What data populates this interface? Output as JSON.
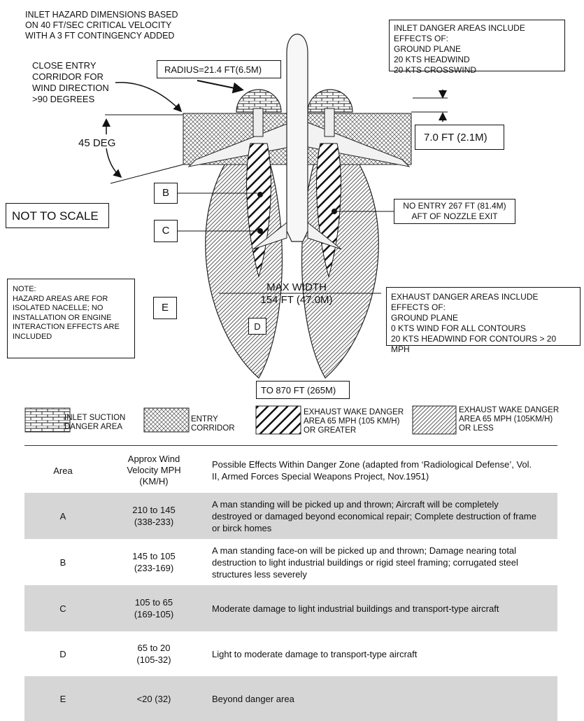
{
  "notes": {
    "inlet_hazard": "INLET HAZARD DIMENSIONS BASED\nON 40 FT/SEC CRITICAL VELOCITY\nWITH A 3 FT CONTINGENCY ADDED",
    "inlet_effects": "INLET DANGER AREAS INCLUDE EFFECTS OF:\nGROUND PLANE\n20 KTS HEADWIND\n20 KTS CROSSWIND",
    "close_entry": "CLOSE ENTRY\nCORRIDOR FOR\nWIND DIRECTION\n>90 DEGREES",
    "radius": "RADIUS=21.4 FT(6.5M)",
    "height": "7.0 FT (2.1M)",
    "angle": "45 DEG",
    "not_to_scale": "NOT TO SCALE",
    "no_entry": "NO ENTRY 267 FT (81.4M)\nAFT OF NOZZLE EXIT",
    "hazard_note": "NOTE:\nHAZARD AREAS ARE FOR\nISOLATED NACELLE; NO\nINSTALLATION OR ENGINE\nINTERACTION EFFECTS ARE\nINCLUDED",
    "max_width": "MAX WIDTH\n154 FT (47.0M)",
    "exhaust_effects": "EXHAUST DANGER AREAS INCLUDE EFFECTS OF:\nGROUND PLANE\n0 KTS WIND FOR ALL CONTOURS\n20 KTS HEADWIND FOR CONTOURS > 20 MPH",
    "to_870": "TO 870 FT (265M)"
  },
  "zone_labels": {
    "b": "B",
    "c": "C",
    "d": "D",
    "e": "E"
  },
  "legend": {
    "inlet": "INLET SUCTION\nDANGER AREA",
    "entry": "ENTRY\nCORRIDOR",
    "wake_high": "EXHAUST WAKE DANGER\nAREA 65 MPH (105 KM/H)\nOR GREATER",
    "wake_low": "EXHAUST WAKE DANGER\nAREA 65 MPH (105KM/H)\nOR LESS"
  },
  "table": {
    "headers": {
      "area": "Area",
      "velocity": "Approx Wind\nVelocity MPH\n(KM/H)",
      "effects": "Possible Effects Within Danger Zone (adapted from ‘Radiological Defense’, Vol.\nII, Armed Forces Special Weapons Project, Nov.1951)"
    },
    "rows": [
      {
        "area": "A",
        "velocity": "210 to 145\n(338-233)",
        "effects": "A man standing will be picked up and thrown; Aircraft will be completely\ndestroyed or damaged beyond economical repair; Complete destruction of frame\nor birck homes"
      },
      {
        "area": "B",
        "velocity": "145 to 105\n(233-169)",
        "effects": "A man standing face-on will be picked up and thrown; Damage nearing total\ndestruction to light industrial buildings or rigid steel framing; corrugated steel\nstructures less severely"
      },
      {
        "area": "C",
        "velocity": "105 to 65\n(169-105)",
        "effects": "Moderate damage to light industrial buildings and transport-type aircraft"
      },
      {
        "area": "D",
        "velocity": "65 to 20\n(105-32)",
        "effects": "Light to moderate damage to transport-type aircraft"
      },
      {
        "area": "E",
        "velocity": "<20 (32)",
        "effects": "Beyond danger area"
      }
    ]
  }
}
